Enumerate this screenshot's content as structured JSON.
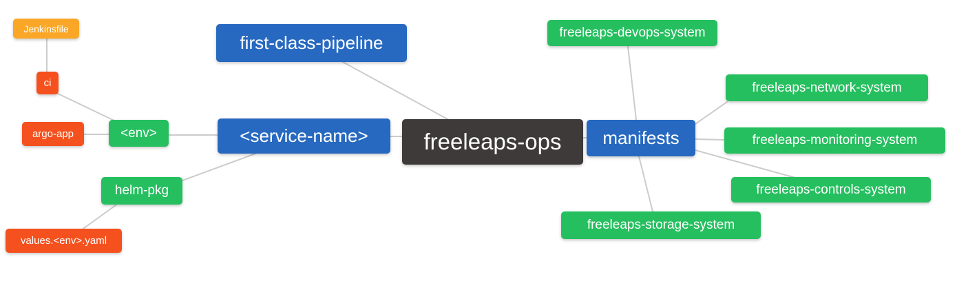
{
  "diagram": {
    "type": "mindmap",
    "root_label": "freeleaps-ops",
    "nodes": [
      {
        "id": "freeleaps-ops",
        "label": "freeleaps-ops",
        "level": 0,
        "color_role": "dark"
      },
      {
        "id": "first-class-pipeline",
        "label": "first-class-pipeline",
        "level": 1,
        "color_role": "blue"
      },
      {
        "id": "service-name",
        "label": "<service-name>",
        "level": 1,
        "color_role": "blue"
      },
      {
        "id": "manifests",
        "label": "manifests",
        "level": 1,
        "color_role": "blue"
      },
      {
        "id": "env",
        "label": "<env>",
        "level": 2,
        "color_role": "green"
      },
      {
        "id": "helm-pkg",
        "label": "helm-pkg",
        "level": 2,
        "color_role": "green"
      },
      {
        "id": "ci",
        "label": "ci",
        "level": 3,
        "color_role": "red"
      },
      {
        "id": "argo-app",
        "label": "argo-app",
        "level": 3,
        "color_role": "red"
      },
      {
        "id": "values-env-yaml",
        "label": "values.<env>.yaml",
        "level": 3,
        "color_role": "red"
      },
      {
        "id": "jenkinsfile",
        "label": "Jenkinsfile",
        "level": 4,
        "color_role": "orange"
      },
      {
        "id": "devops-system",
        "label": "freeleaps-devops-system",
        "level": 2,
        "color_role": "green"
      },
      {
        "id": "network-system",
        "label": "freeleaps-network-system",
        "level": 2,
        "color_role": "green"
      },
      {
        "id": "monitoring-system",
        "label": "freeleaps-monitoring-system",
        "level": 2,
        "color_role": "green"
      },
      {
        "id": "controls-system",
        "label": "freeleaps-controls-system",
        "level": 2,
        "color_role": "green"
      },
      {
        "id": "storage-system",
        "label": "freeleaps-storage-system",
        "level": 2,
        "color_role": "green"
      }
    ],
    "edges": [
      {
        "from": "jenkinsfile",
        "to": "ci"
      },
      {
        "from": "ci",
        "to": "env"
      },
      {
        "from": "argo-app",
        "to": "env"
      },
      {
        "from": "env",
        "to": "service-name"
      },
      {
        "from": "helm-pkg",
        "to": "service-name"
      },
      {
        "from": "values-env-yaml",
        "to": "helm-pkg"
      },
      {
        "from": "first-class-pipeline",
        "to": "freeleaps-ops"
      },
      {
        "from": "service-name",
        "to": "freeleaps-ops"
      },
      {
        "from": "freeleaps-ops",
        "to": "manifests"
      },
      {
        "from": "manifests",
        "to": "devops-system"
      },
      {
        "from": "manifests",
        "to": "network-system"
      },
      {
        "from": "manifests",
        "to": "monitoring-system"
      },
      {
        "from": "manifests",
        "to": "controls-system"
      },
      {
        "from": "manifests",
        "to": "storage-system"
      }
    ]
  },
  "palette": {
    "blue": "#2769C0",
    "green": "#26BF5F",
    "red": "#F4511E",
    "orange": "#FAA627",
    "dark": "#3D3A39",
    "edge": "#CCCCCC",
    "text": "#FFFFFF",
    "background": "#FFFFFF"
  }
}
